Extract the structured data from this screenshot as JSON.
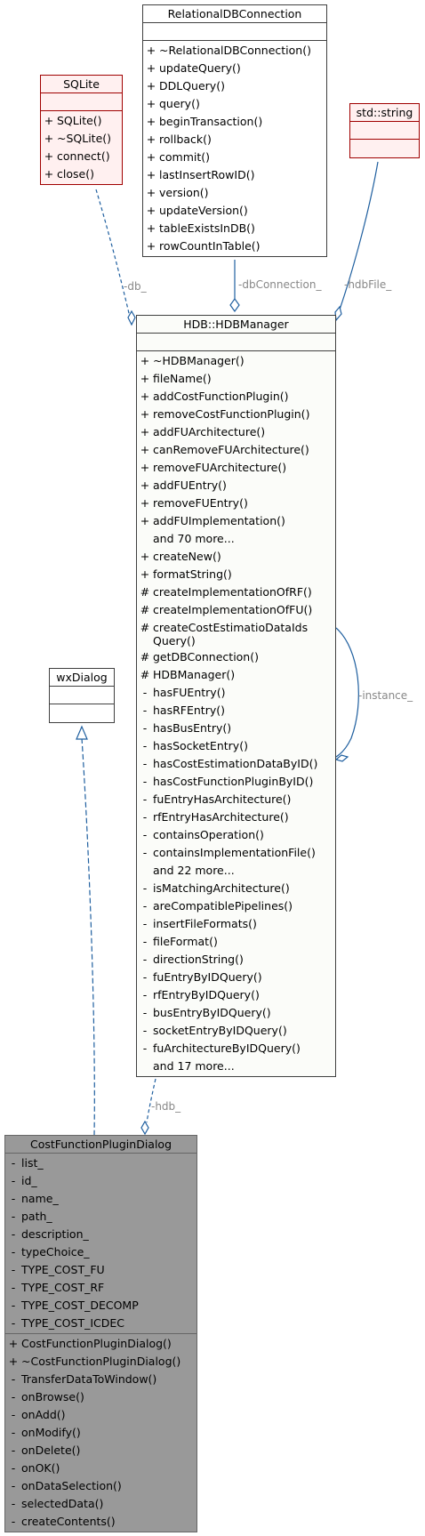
{
  "classes": {
    "relational": {
      "title": "RelationalDBConnection",
      "attributes": [],
      "methods": [
        {
          "v": "+",
          "t": "~RelationalDBConnection()"
        },
        {
          "v": "+",
          "t": "updateQuery()"
        },
        {
          "v": "+",
          "t": "DDLQuery()"
        },
        {
          "v": "+",
          "t": "query()"
        },
        {
          "v": "+",
          "t": "beginTransaction()"
        },
        {
          "v": "+",
          "t": "rollback()"
        },
        {
          "v": "+",
          "t": "commit()"
        },
        {
          "v": "+",
          "t": "lastInsertRowID()"
        },
        {
          "v": "+",
          "t": "version()"
        },
        {
          "v": "+",
          "t": "updateVersion()"
        },
        {
          "v": "+",
          "t": "tableExistsInDB()"
        },
        {
          "v": "+",
          "t": "rowCountInTable()"
        }
      ]
    },
    "sqlite": {
      "title": "SQLite",
      "attributes": [],
      "methods": [
        {
          "v": "+",
          "t": "SQLite()"
        },
        {
          "v": "+",
          "t": "~SQLite()"
        },
        {
          "v": "+",
          "t": "connect()"
        },
        {
          "v": "+",
          "t": "close()"
        }
      ]
    },
    "stdstring": {
      "title": "std::string",
      "attributes": [],
      "methods": []
    },
    "hdbmanager": {
      "title": "HDB::HDBManager",
      "attributes": [],
      "methods": [
        {
          "v": "+",
          "t": "~HDBManager()"
        },
        {
          "v": "+",
          "t": "fileName()"
        },
        {
          "v": "+",
          "t": "addCostFunctionPlugin()"
        },
        {
          "v": "+",
          "t": "removeCostFunctionPlugin()"
        },
        {
          "v": "+",
          "t": "addFUArchitecture()"
        },
        {
          "v": "+",
          "t": "canRemoveFUArchitecture()"
        },
        {
          "v": "+",
          "t": "removeFUArchitecture()"
        },
        {
          "v": "+",
          "t": "addFUEntry()"
        },
        {
          "v": "+",
          "t": "removeFUEntry()"
        },
        {
          "v": "+",
          "t": "addFUImplementation()"
        },
        {
          "v": "",
          "t": "and 70 more..."
        },
        {
          "v": "+",
          "t": "createNew()"
        },
        {
          "v": "+",
          "t": "formatString()"
        },
        {
          "v": "#",
          "t": "createImplementationOfRF()"
        },
        {
          "v": "#",
          "t": "createImplementationOfFU()"
        },
        {
          "v": "#",
          "t": "createCostEstimatioDataIds Query()",
          "tall": true
        },
        {
          "v": "#",
          "t": "getDBConnection()"
        },
        {
          "v": "#",
          "t": "HDBManager()"
        },
        {
          "v": "-",
          "t": "hasFUEntry()"
        },
        {
          "v": "-",
          "t": "hasRFEntry()"
        },
        {
          "v": "-",
          "t": "hasBusEntry()"
        },
        {
          "v": "-",
          "t": "hasSocketEntry()"
        },
        {
          "v": "-",
          "t": "hasCostEstimationDataByID()"
        },
        {
          "v": "-",
          "t": "hasCostFunctionPluginByID()"
        },
        {
          "v": "-",
          "t": "fuEntryHasArchitecture()"
        },
        {
          "v": "-",
          "t": "rfEntryHasArchitecture()"
        },
        {
          "v": "-",
          "t": "containsOperation()"
        },
        {
          "v": "-",
          "t": "containsImplementationFile()"
        },
        {
          "v": "",
          "t": "and 22 more..."
        },
        {
          "v": "-",
          "t": "isMatchingArchitecture()"
        },
        {
          "v": "-",
          "t": "areCompatiblePipelines()"
        },
        {
          "v": "-",
          "t": "insertFileFormats()"
        },
        {
          "v": "-",
          "t": "fileFormat()"
        },
        {
          "v": "-",
          "t": "directionString()"
        },
        {
          "v": "-",
          "t": "fuEntryByIDQuery()"
        },
        {
          "v": "-",
          "t": "rfEntryByIDQuery()"
        },
        {
          "v": "-",
          "t": "busEntryByIDQuery()"
        },
        {
          "v": "-",
          "t": "socketEntryByIDQuery()"
        },
        {
          "v": "-",
          "t": "fuArchitectureByIDQuery()"
        },
        {
          "v": "",
          "t": "and 17 more..."
        }
      ]
    },
    "wxdialog": {
      "title": "wxDialog",
      "attributes": [],
      "methods": []
    },
    "costdialog": {
      "title": "CostFunctionPluginDialog",
      "attributes": [
        {
          "v": "-",
          "t": "list_"
        },
        {
          "v": "-",
          "t": "id_"
        },
        {
          "v": "-",
          "t": "name_"
        },
        {
          "v": "-",
          "t": "path_"
        },
        {
          "v": "-",
          "t": "description_"
        },
        {
          "v": "-",
          "t": "typeChoice_"
        },
        {
          "v": "-",
          "t": "TYPE_COST_FU"
        },
        {
          "v": "-",
          "t": "TYPE_COST_RF"
        },
        {
          "v": "-",
          "t": "TYPE_COST_DECOMP"
        },
        {
          "v": "-",
          "t": "TYPE_COST_ICDEC"
        }
      ],
      "methods": [
        {
          "v": "+",
          "t": "CostFunctionPluginDialog()"
        },
        {
          "v": "+",
          "t": "~CostFunctionPluginDialog()"
        },
        {
          "v": "-",
          "t": "TransferDataToWindow()"
        },
        {
          "v": "-",
          "t": "onBrowse()"
        },
        {
          "v": "-",
          "t": "onAdd()"
        },
        {
          "v": "-",
          "t": "onModify()"
        },
        {
          "v": "-",
          "t": "onDelete()"
        },
        {
          "v": "-",
          "t": "onOK()"
        },
        {
          "v": "-",
          "t": "onDataSelection()"
        },
        {
          "v": "-",
          "t": "selectedData()"
        },
        {
          "v": "-",
          "t": "createContents()"
        }
      ]
    }
  },
  "edges": {
    "db": "-db_",
    "dbConnection": "-dbConnection_",
    "hdbFile": "-hdbFile_",
    "instance": "-instance_",
    "hdb": "-hdb_"
  },
  "colors": {
    "edge": "#1f5f9f",
    "red_border": "#a00000",
    "focus_fill": "#999999"
  }
}
